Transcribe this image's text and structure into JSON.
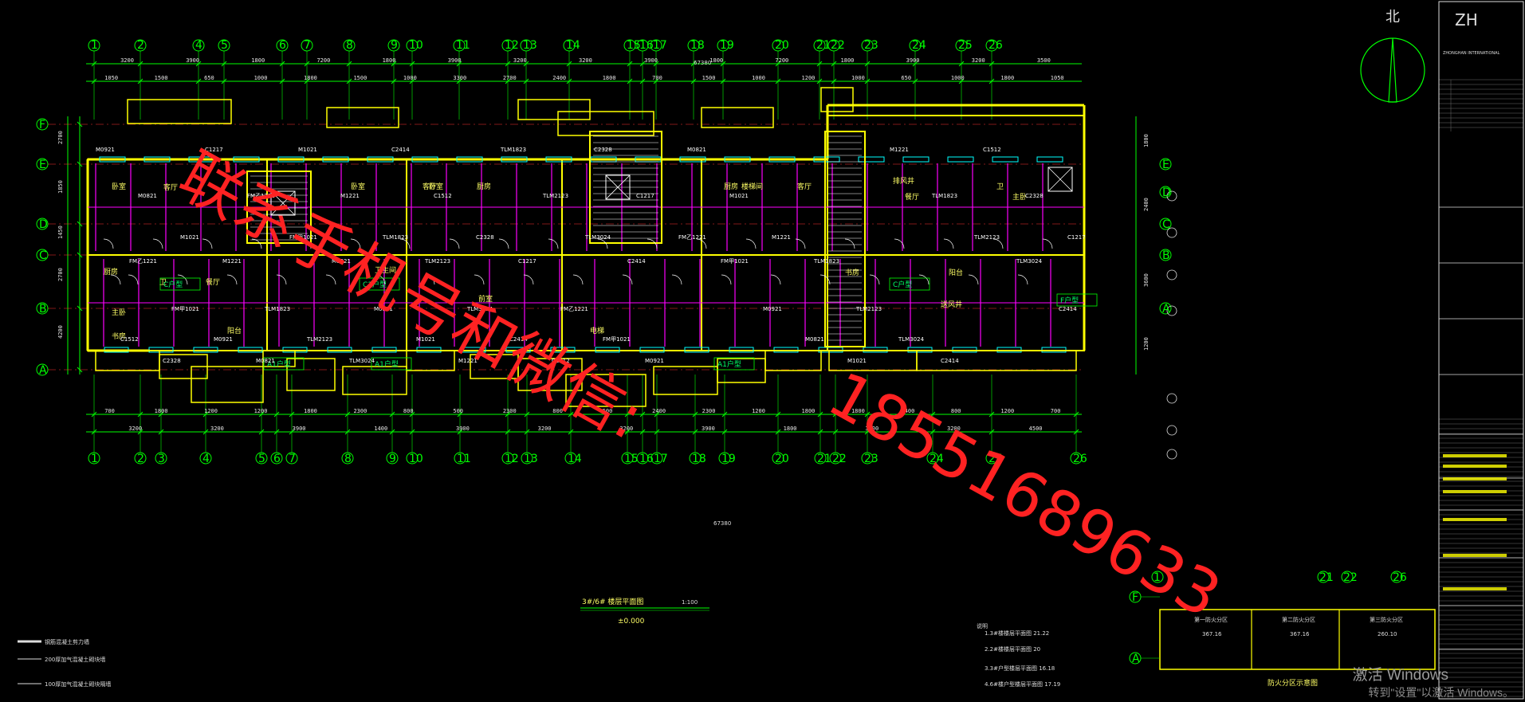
{
  "drawing": {
    "title": "3#/6# 楼层平面图",
    "scale": "1:100",
    "level": "±0.000",
    "north_label": "北",
    "logo": "ZH",
    "company_en": "ZHONGHAN INTERNATIONAL",
    "total_length": "67380",
    "fire_zone_title": "防火分区示意图"
  },
  "grid_axes": {
    "top": [
      "1",
      "2",
      "4",
      "5",
      "6",
      "7",
      "8",
      "9",
      "10",
      "11",
      "12",
      "13",
      "14",
      "15",
      "16",
      "17",
      "18",
      "19",
      "20",
      "21",
      "22",
      "23",
      "24",
      "25",
      "26"
    ],
    "bottom": [
      "1",
      "2",
      "3",
      "4",
      "5",
      "6",
      "7",
      "8",
      "9",
      "10",
      "11",
      "12",
      "13",
      "14",
      "15",
      "16",
      "17",
      "18",
      "19",
      "20",
      "21",
      "22",
      "23",
      "24",
      "25",
      "26"
    ],
    "rows": [
      "F",
      "E",
      "D",
      "C",
      "B",
      "A"
    ],
    "right_rows": [
      "E",
      "D",
      "C",
      "B",
      "A"
    ]
  },
  "dimensions": {
    "top_row1": [
      "3200",
      "3900",
      "1800",
      "7200",
      "1800",
      "3900",
      "3200",
      "3200",
      "3900",
      "1800",
      "7200",
      "1800",
      "3900",
      "3200",
      "3500"
    ],
    "top_row2": [
      "1050",
      "1500",
      "650",
      "1000",
      "1800",
      "1500",
      "1000",
      "3300",
      "2700",
      "2400",
      "1800",
      "700",
      "1500",
      "1000",
      "1200",
      "1000",
      "650",
      "1000",
      "1800",
      "1050"
    ],
    "bottom_row1": [
      "700",
      "1800",
      "1200",
      "1200",
      "1800",
      "2300",
      "800",
      "500",
      "2300",
      "800",
      "500",
      "2400",
      "2300",
      "1200",
      "1800",
      "1800",
      "2400",
      "800",
      "1200",
      "700"
    ],
    "bottom_row2": [
      "3200",
      "3200",
      "3900",
      "1400",
      "3900",
      "3200",
      "3200",
      "3900",
      "1800",
      "3900",
      "3200",
      "4500"
    ],
    "left": [
      "2700",
      "1850",
      "1450",
      "2700",
      "4200"
    ],
    "right": [
      "1800",
      "2400",
      "3600",
      "1200"
    ]
  },
  "rooms": [
    "卧室",
    "客厅",
    "厨房",
    "卫",
    "餐厅",
    "主卧",
    "书房",
    "阳台",
    "卧室",
    "客厅",
    "厨房",
    "卫生间",
    "前室",
    "电梯",
    "楼梯间",
    "排风井",
    "送风井"
  ],
  "units": [
    "C户型",
    "C1户型",
    "A1户型",
    "A1户型",
    "A1户型",
    "C户型",
    "F户型"
  ],
  "doors": [
    "M0921",
    "M0821",
    "M1021",
    "M1221",
    "TLM1823",
    "TLM2123",
    "TLM3024",
    "C2414",
    "C1512",
    "C2328",
    "C1217",
    "FM乙1221",
    "FM甲1021"
  ],
  "fire_zones": [
    {
      "name": "第一防火分区",
      "area": "367.16"
    },
    {
      "name": "第二防火分区",
      "area": "367.16"
    },
    {
      "name": "第三防火分区",
      "area": "260.10"
    }
  ],
  "legend": [
    "钢筋混凝土剪力墙",
    "200厚加气混凝土砌块墙",
    "100厚加气混凝土砌块隔墙"
  ],
  "notes_title": "说明",
  "notes": [
    "1.3#楼楼层平面图 21.22",
    "2.2#楼楼层平面图 20",
    "3.3#户型楼层平面图 16.18",
    "4.6#楼户型楼层平面图 17.19"
  ],
  "watermark": {
    "line1": "联系手机号和微信:",
    "line2": "18551689633"
  },
  "os_overlay": {
    "line1": "激活 Windows",
    "line2": "转到\"设置\"以激活 Windows。"
  },
  "colors": {
    "background": "#000000",
    "grid": "#00ff00",
    "wall": "#ffff00",
    "window": "#00ffff",
    "partition": "#ff00ff",
    "axis_line": "#ff3333",
    "watermark": "#ff2222"
  }
}
